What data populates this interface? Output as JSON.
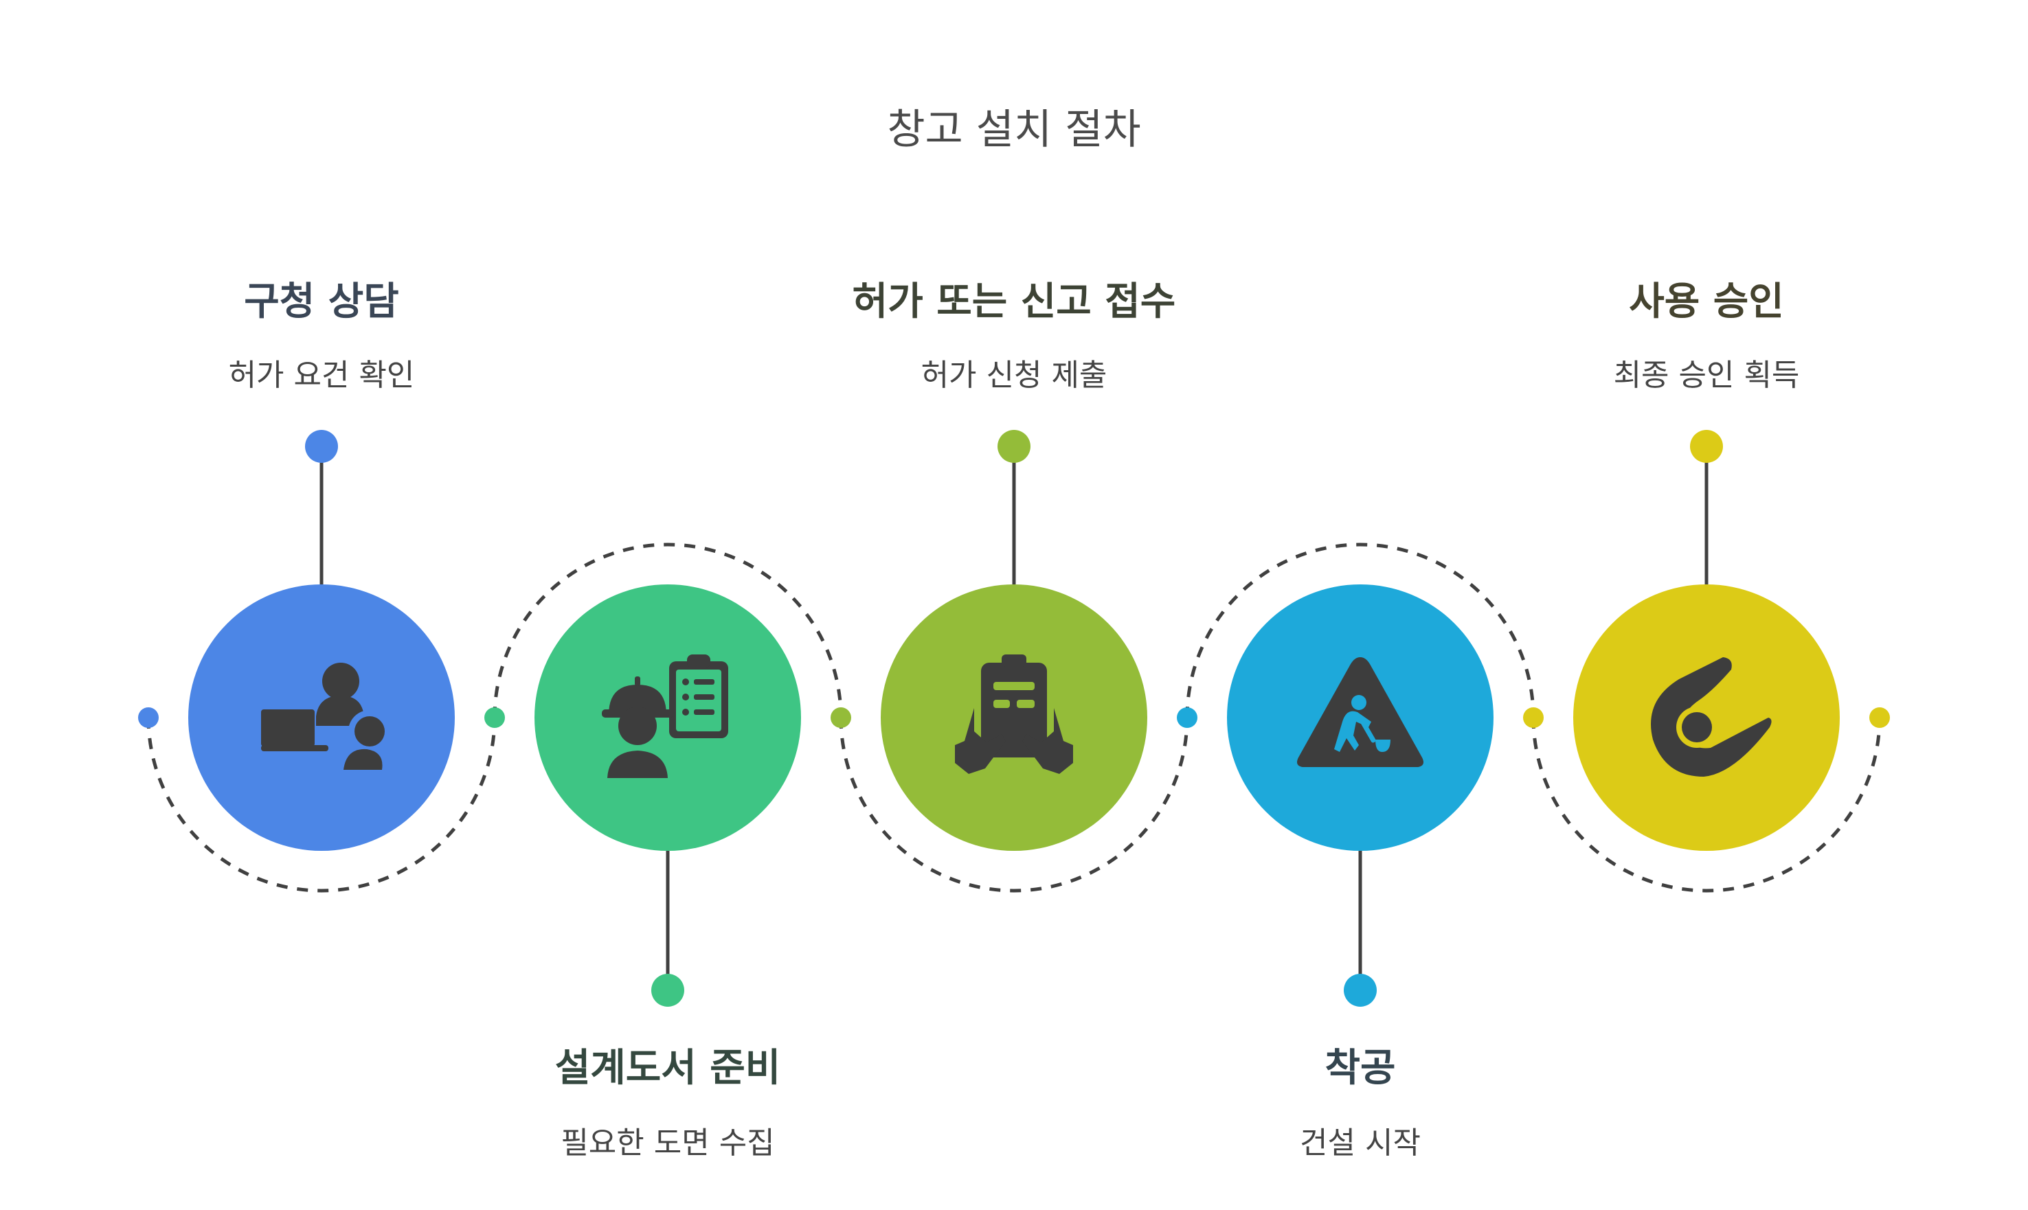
{
  "title": "창고 설치 절차",
  "steps": [
    {
      "title": "구청 상담",
      "description": "허가 요건 확인",
      "color": "#4c86e6",
      "title_color": "#3a4656",
      "icon": "consultant-laptop-icon"
    },
    {
      "title": "설계도서 준비",
      "description": "필요한 도면 수집",
      "color": "#3ec584",
      "title_color": "#34483f",
      "icon": "engineer-clipboard-icon"
    },
    {
      "title": "허가 또는 신고 접수",
      "description": "허가 신청 제출",
      "color": "#94bc39",
      "title_color": "#3d4335",
      "icon": "hands-document-icon"
    },
    {
      "title": "착공",
      "description": "건설 시작",
      "color": "#1ea9da",
      "title_color": "#34454f",
      "icon": "construction-sign-icon"
    },
    {
      "title": "사용 승인",
      "description": "최종 승인 획득",
      "color": "#dccb17",
      "title_color": "#45432f",
      "icon": "approval-emblem-icon"
    }
  ]
}
